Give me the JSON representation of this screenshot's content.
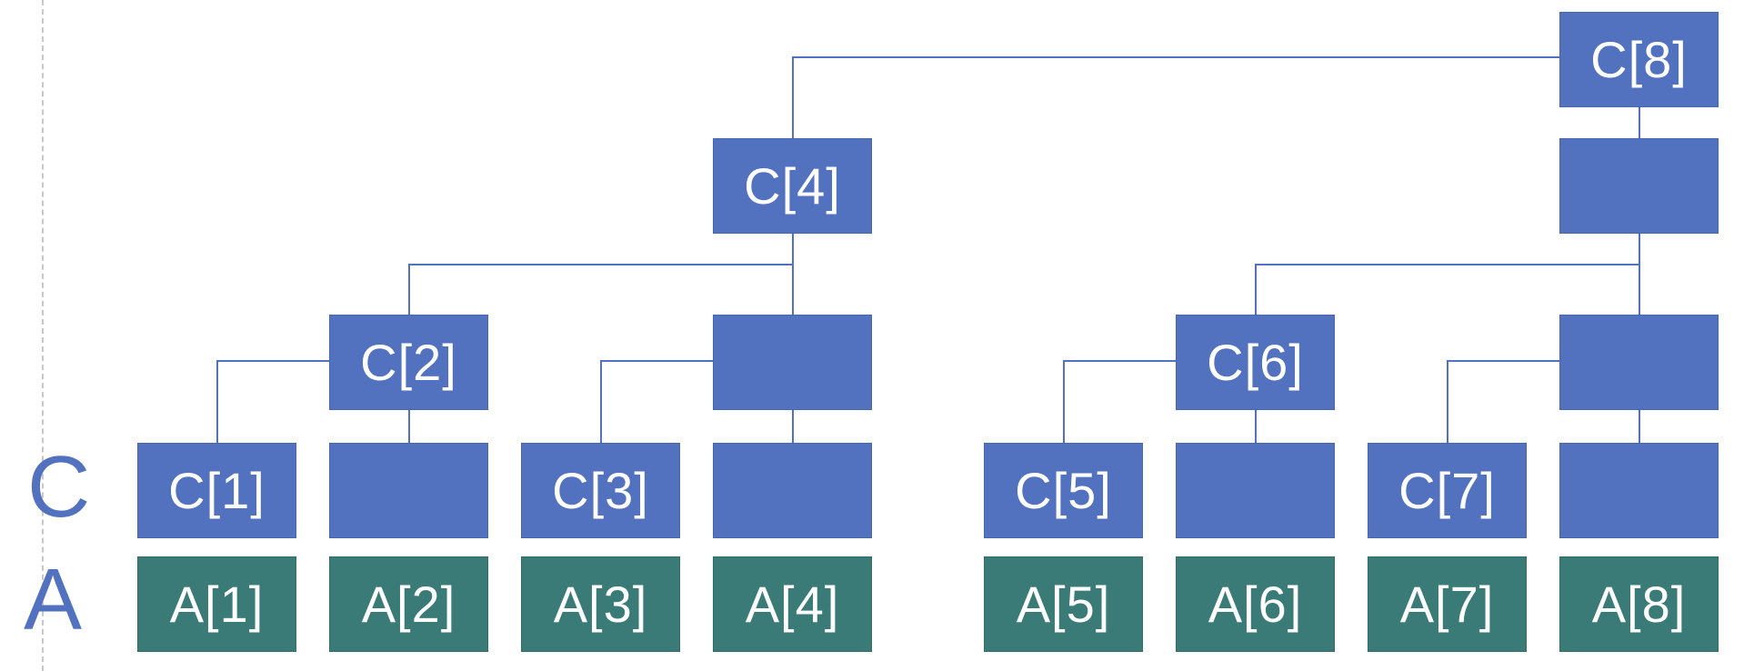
{
  "colors": {
    "c_box": "#5272c0",
    "a_box": "#3a7b78",
    "line": "#5272c0",
    "c_label": "#5272c0",
    "a_label": "#5272c0",
    "box_text": "#ffffff"
  },
  "row_labels": {
    "c": "C",
    "a": "A"
  },
  "a_boxes": [
    "A[1]",
    "A[2]",
    "A[3]",
    "A[4]",
    "A[5]",
    "A[6]",
    "A[7]",
    "A[8]"
  ],
  "c_boxes": {
    "c1": "C[1]",
    "c2": "C[2]",
    "c3": "C[3]",
    "c4": "C[4]",
    "c5": "C[5]",
    "c6": "C[6]",
    "c7": "C[7]",
    "c8": "C[8]"
  }
}
